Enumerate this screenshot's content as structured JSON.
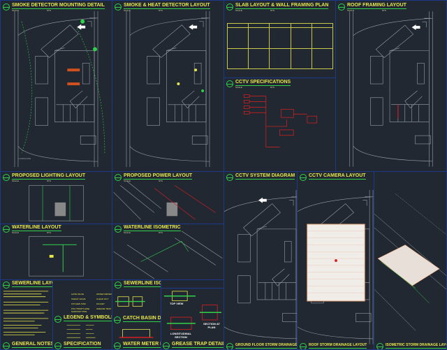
{
  "colors": {
    "background": "#222831",
    "border": "#1d3a8a",
    "title": "#e8e84a",
    "badge": "#2fd24a",
    "linework": "#9aa0a8",
    "accent_red": "#e02020",
    "accent_green": "#2fd24a"
  },
  "scale_label": "SCALE",
  "scale_value": "NTS",
  "panels": {
    "smoke_mounting": "SMOKE DETECTOR MOUNTING DETAIL",
    "smoke_heat": "SMOKE & HEAT DETECTOR  LAYOUT",
    "slab": "SLAB LAYOUT & WALL FRAMING PLAN",
    "roof_framing": "ROOF FRAMING LAYOUT",
    "cctv_spec": "CCTV SPECIFICATIONS",
    "lighting": "PROPOSED LIGHTING LAYOUT",
    "power": "PROPOSED POWER LAYOUT",
    "cctv_diagram": "CCTV SYSTEM DIAGRAM",
    "cctv_camera": "CCTV CAMERA  LAYOUT",
    "waterline": "WATERLINE LAYOUT",
    "waterline_iso": "WATERLINE ISOMETRIC",
    "sewerline": "SEWERLINE LAYOUT",
    "sewerline_iso": "SEWERLINE ISOMETRIC",
    "legend": "LEGEND & SYMBOLS",
    "catch_basin": "CATCH BASIN DETAILS",
    "general_notes": "GENERAL NOTES",
    "specification": "SPECIFICATION",
    "water_meter": "WATER METER DETAILS",
    "grease_trap": "GREASE TRAP DETAILS",
    "ground_storm": "GROUND FLOOR STORM DRAINAGE LAYOUT",
    "roof_storm": "ROOF STORM DRAINAGE LAYOUT",
    "iso_storm": "ISOMETRIC STORM DRAINAGE LAYOUT"
  },
  "labels": {
    "landscape": "LANDSCAPE",
    "top_view": "TOP VIEW",
    "section_at_plan": "SECTION AT PLAN",
    "longitudinal_section": "LONGITUDINAL SECTION"
  },
  "legend_items": [
    "GATE VALVE",
    "CHECK VALVE",
    "KITCHEN SINK",
    "POLYPROPYLENE SANITARY PIPE",
    "WATER METER",
    "CLEAN OUT",
    "FAUCET",
    "GREASE TRAP"
  ]
}
